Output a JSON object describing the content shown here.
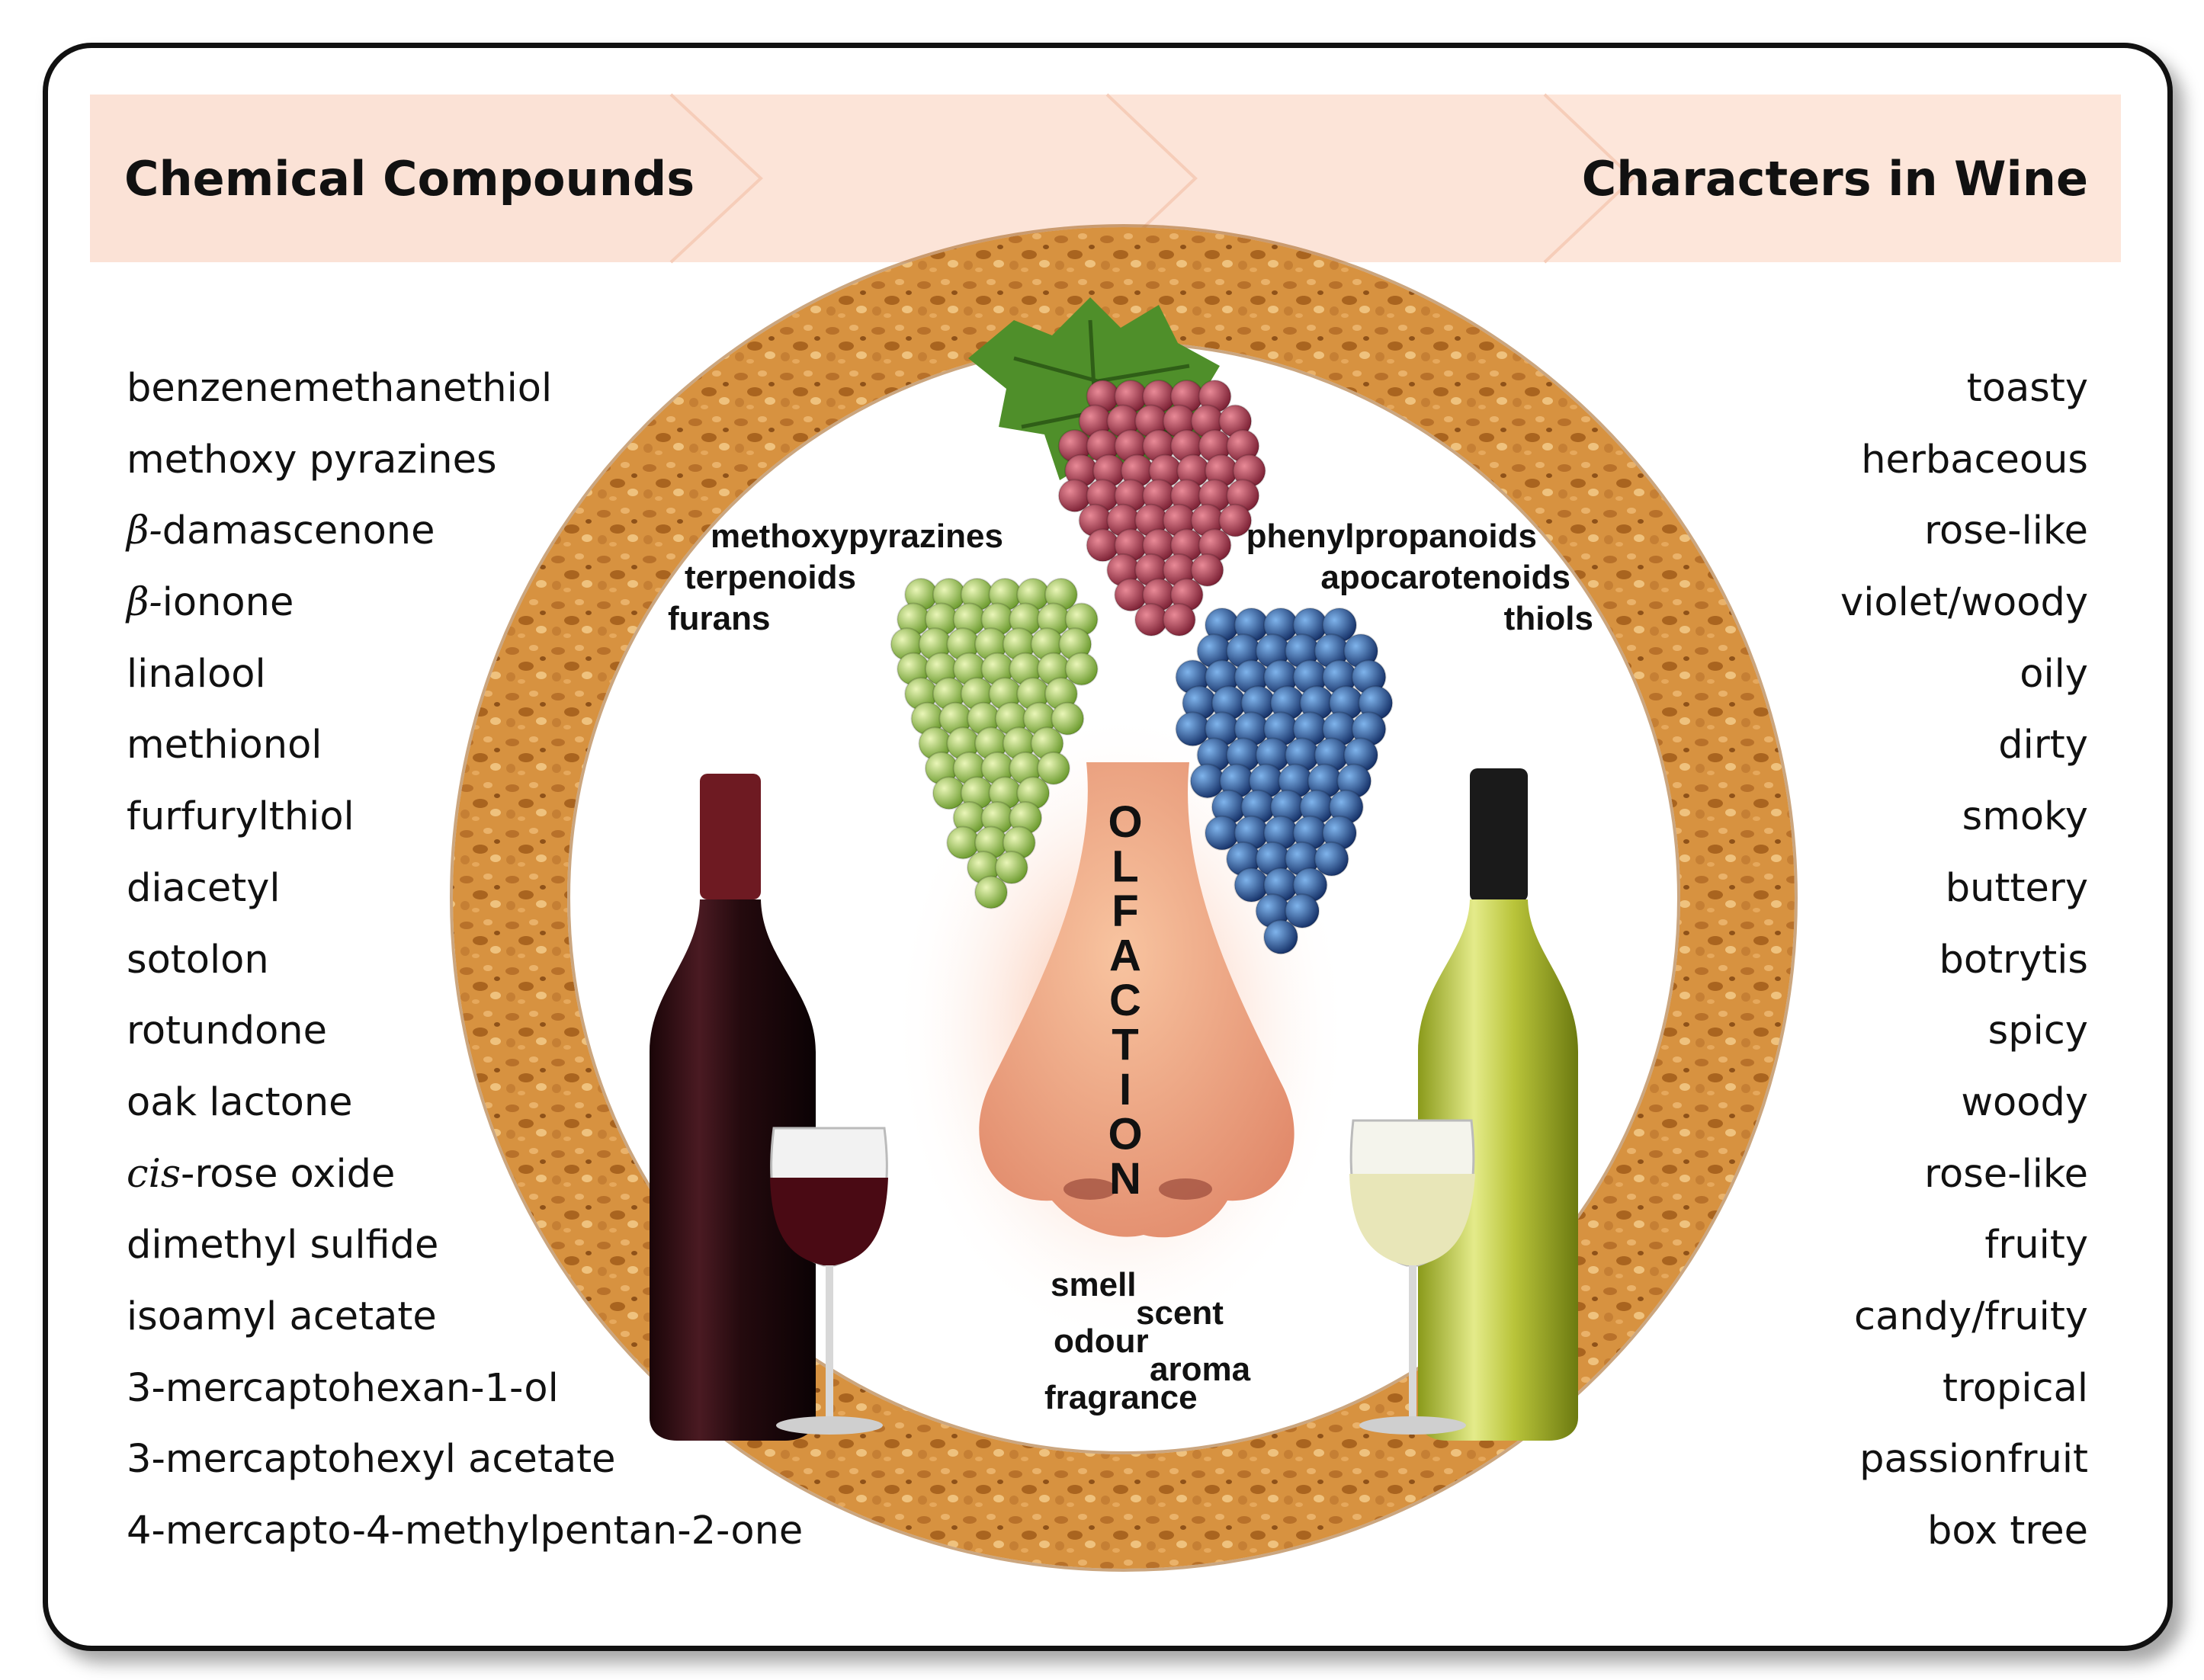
{
  "header": {
    "left_title": "Chemical Compounds",
    "right_title": "Characters in Wine"
  },
  "compounds": [
    {
      "prefix": "",
      "text": "benzenemethanethiol"
    },
    {
      "prefix": "",
      "text": "methoxy pyrazines"
    },
    {
      "prefix": "β-",
      "text": "damascenone"
    },
    {
      "prefix": "β-",
      "text": "ionone"
    },
    {
      "prefix": "",
      "text": "linalool"
    },
    {
      "prefix": "",
      "text": "methionol"
    },
    {
      "prefix": "",
      "text": "furfurylthiol"
    },
    {
      "prefix": "",
      "text": "diacetyl"
    },
    {
      "prefix": "",
      "text": "sotolon"
    },
    {
      "prefix": "",
      "text": "rotundone"
    },
    {
      "prefix": "",
      "text": "oak lactone"
    },
    {
      "prefix": "cis",
      "text": "-rose oxide"
    },
    {
      "prefix": "",
      "text": "dimethyl sulfide"
    },
    {
      "prefix": "",
      "text": "isoamyl acetate"
    },
    {
      "prefix": "",
      "text": "3-mercaptohexan-1-ol"
    },
    {
      "prefix": "",
      "text": "3-mercaptohexyl acetate"
    },
    {
      "prefix": "",
      "text": "4-mercapto-4-methylpentan-2-one"
    }
  ],
  "characters": [
    "toasty",
    "herbaceous",
    "rose-like",
    "violet/woody",
    "oily",
    "dirty",
    "smoky",
    "buttery",
    "botrytis",
    "spicy",
    "woody",
    "rose-like",
    "fruity",
    "candy/fruity",
    "tropical",
    "passionfruit",
    "box tree"
  ],
  "center": {
    "left_classes": [
      "methoxypyrazines",
      "terpenoids",
      "furans"
    ],
    "right_classes": [
      "phenylpropanoids",
      "apocarotenoids",
      "thiols"
    ],
    "vertical_word": "OLFACTION",
    "sense_words": [
      "smell",
      "scent",
      "odour",
      "aroma",
      "fragrance"
    ]
  },
  "colors": {
    "banner": "#fbe2d6",
    "cork": "#d9903f",
    "red_wine": "#3a0d12",
    "white_wine_bottle": "#c9d24a",
    "green_grape": "#9dc760",
    "red_grape": "#b0404f",
    "blue_grape": "#2b5a9c"
  }
}
